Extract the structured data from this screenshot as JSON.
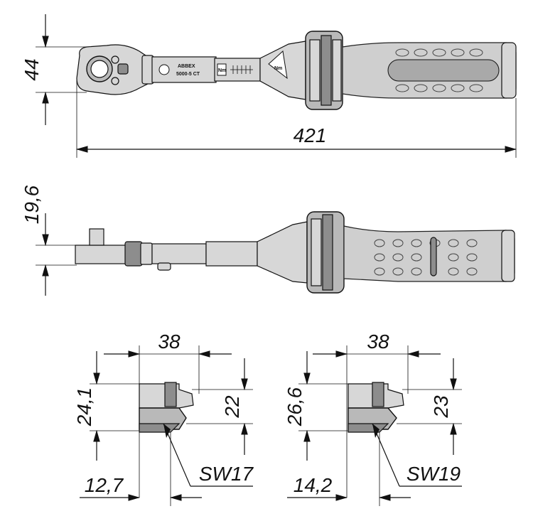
{
  "dimensions": {
    "head_height": "44",
    "overall_length": "421",
    "side_thickness": "19,6",
    "socket_a_width": "38",
    "socket_a_height": "24,1",
    "socket_a_inner": "22",
    "socket_a_offset": "12,7",
    "socket_a_size": "SW17",
    "socket_b_width": "38",
    "socket_b_height": "26,6",
    "socket_b_inner": "23",
    "socket_b_offset": "14,2",
    "socket_b_size": "SW19"
  },
  "markings": {
    "unit_nm": "Nm",
    "brand": "ABBEX",
    "model": "5000-5 CT"
  }
}
